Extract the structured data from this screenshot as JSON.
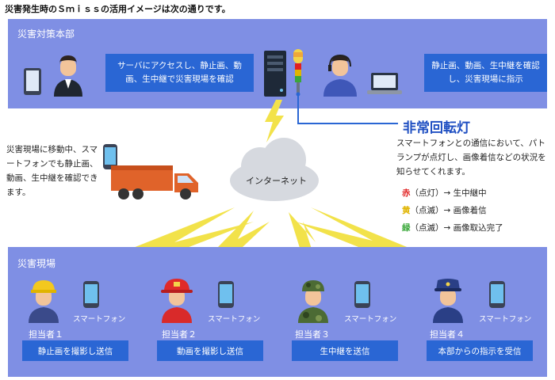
{
  "heading": "災害発生時のＳｍｉｓｓの活用イメージは次の通りです。",
  "hq": {
    "label": "災害対策本部",
    "box_left": "サーバにアクセスし、静止画、動画、生中継で災害現場を確認",
    "box_right": "静止画、動画、生中継を確認し、災害現場に指示"
  },
  "warning_light": {
    "title": "非常回転灯",
    "description": "スマートフォンとの通信において、パトランプが点灯し、画像着信などの状況を知らせてくれます。",
    "legend": [
      {
        "color_name": "赤",
        "color": "#e02020",
        "text": "（点灯）→ 生中継中"
      },
      {
        "color_name": "黄",
        "color": "#e0b400",
        "text": "（点滅）→ 画像着信"
      },
      {
        "color_name": "緑",
        "color": "#3aa83a",
        "text": "（点滅）→ 画像取込完了"
      }
    ]
  },
  "left_note": "災害現場に移動中、スマートフォンでも静止画、動画、生中継を確認できます。",
  "cloud_label": "インターネット",
  "field": {
    "label": "災害現場",
    "workers": [
      {
        "label": "担当者１",
        "phone": "スマートフォン",
        "task": "静止画を撮影し送信"
      },
      {
        "label": "担当者２",
        "phone": "スマートフォン",
        "task": "動画を撮影し送信"
      },
      {
        "label": "担当者３",
        "phone": "スマートフォン",
        "task": "生中継を送信"
      },
      {
        "label": "担当者４",
        "phone": "スマートフォン",
        "task": "本部からの指示を受信"
      }
    ]
  }
}
